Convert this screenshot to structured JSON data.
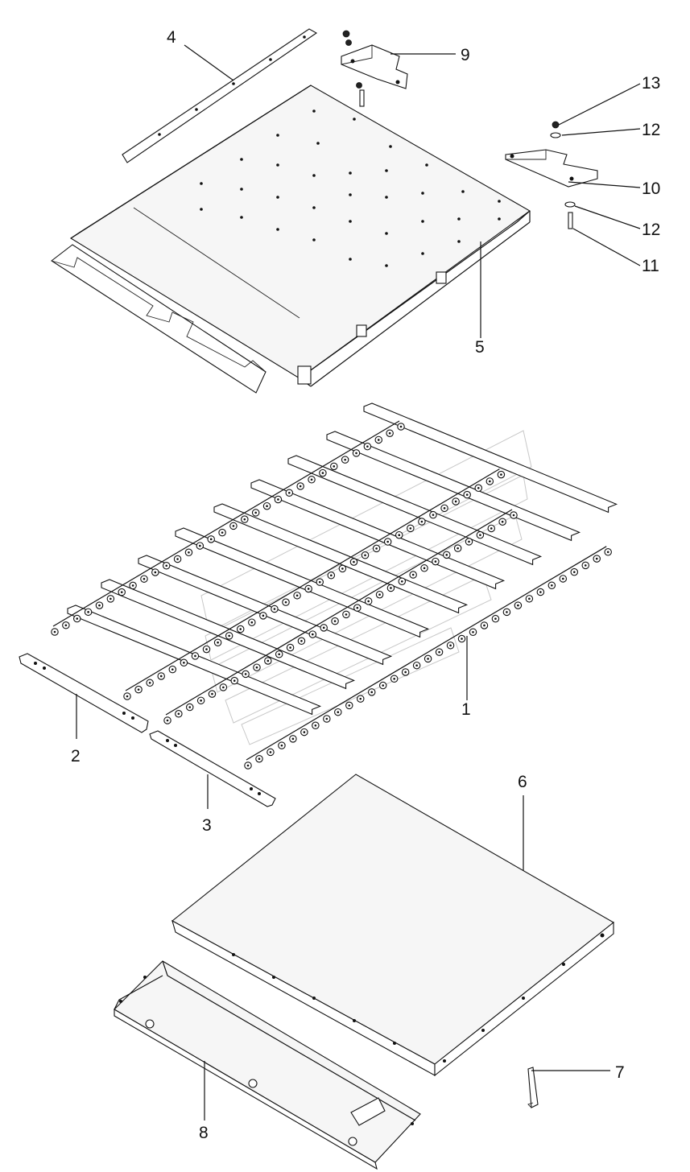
{
  "callouts": [
    {
      "id": "4",
      "text": "4"
    },
    {
      "id": "9",
      "text": "9"
    },
    {
      "id": "13",
      "text": "13"
    },
    {
      "id": "12a",
      "text": "12"
    },
    {
      "id": "10",
      "text": "10"
    },
    {
      "id": "12b",
      "text": "12"
    },
    {
      "id": "11",
      "text": "11"
    },
    {
      "id": "5",
      "text": "5"
    },
    {
      "id": "1",
      "text": "1"
    },
    {
      "id": "2",
      "text": "2"
    },
    {
      "id": "3",
      "text": "3"
    },
    {
      "id": "6",
      "text": "6"
    },
    {
      "id": "7",
      "text": "7"
    },
    {
      "id": "8",
      "text": "8"
    }
  ]
}
